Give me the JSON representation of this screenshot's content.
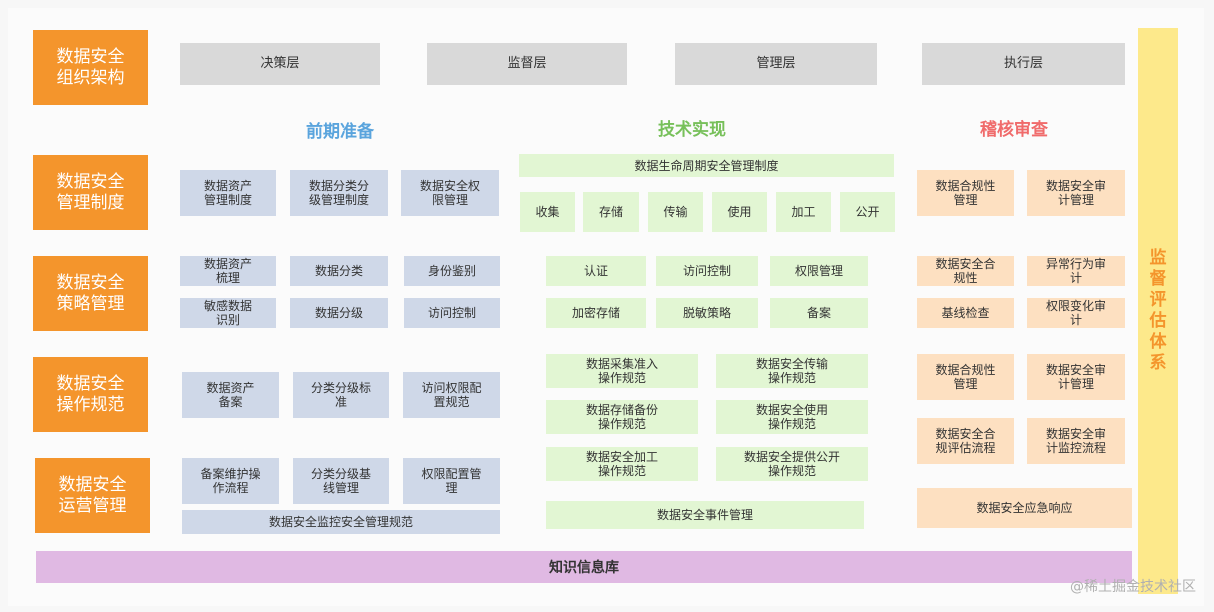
{
  "org": {
    "label": "数据安全\n组织架构",
    "layers": [
      "决策层",
      "监督层",
      "管理层",
      "执行层"
    ]
  },
  "phases": {
    "prep": "前期准备",
    "tech": "技术实现",
    "audit": "稽核审查"
  },
  "rows": [
    {
      "label": "数据安全\n管理制度",
      "prep": [
        "数据资产\n管理制度",
        "数据分类分\n级管理制度",
        "数据安全权\n限管理"
      ],
      "tech_title": "数据生命周期安全管理制度",
      "lifecycle": [
        "收集",
        "存储",
        "传输",
        "使用",
        "加工",
        "公开"
      ],
      "audit": [
        "数据合规性\n管理",
        "数据安全审\n计管理"
      ]
    },
    {
      "label": "数据安全\n策略管理",
      "prep": [
        "数据资产\n梳理",
        "数据分类",
        "身份鉴别",
        "敏感数据\n识别",
        "数据分级",
        "访问控制"
      ],
      "tech": [
        "认证",
        "访问控制",
        "权限管理",
        "加密存储",
        "脱敏策略",
        "备案"
      ],
      "audit": [
        "数据安全合\n规性",
        "异常行为审\n计",
        "基线检查",
        "权限变化审\n计"
      ]
    },
    {
      "label": "数据安全\n操作规范",
      "prep": [
        "数据资产\n备案",
        "分类分级标\n准",
        "访问权限配\n置规范"
      ],
      "tech": [
        "数据采集准入\n操作规范",
        "数据安全传输\n操作规范",
        "数据存储备份\n操作规范",
        "数据安全使用\n操作规范",
        "数据安全加工\n操作规范",
        "数据安全提供公开\n操作规范"
      ],
      "audit": [
        "数据合规性\n管理",
        "数据安全审\n计管理",
        "数据安全合\n规评估流程",
        "数据安全审\n计监控流程"
      ]
    },
    {
      "label": "数据安全\n运营管理",
      "prep": [
        "备案维护操\n作流程",
        "分类分级基\n线管理",
        "权限配置管\n理"
      ],
      "prep_wide": "数据安全监控安全管理规范",
      "tech": [
        "数据安全事件管理"
      ],
      "audit": [
        "数据安全应急响应"
      ]
    }
  ],
  "side_label": "监督评估体系",
  "bottom_label": "知识信息库",
  "watermark": "@稀土掘金技术社区",
  "colors": {
    "orange": "#f4952c",
    "gray": "#d9d9d9",
    "blue": "#cfd8e8",
    "green": "#e2f6d3",
    "peach": "#fde0c1",
    "yellow": "#fde98b",
    "purple": "#e0b9e3"
  }
}
